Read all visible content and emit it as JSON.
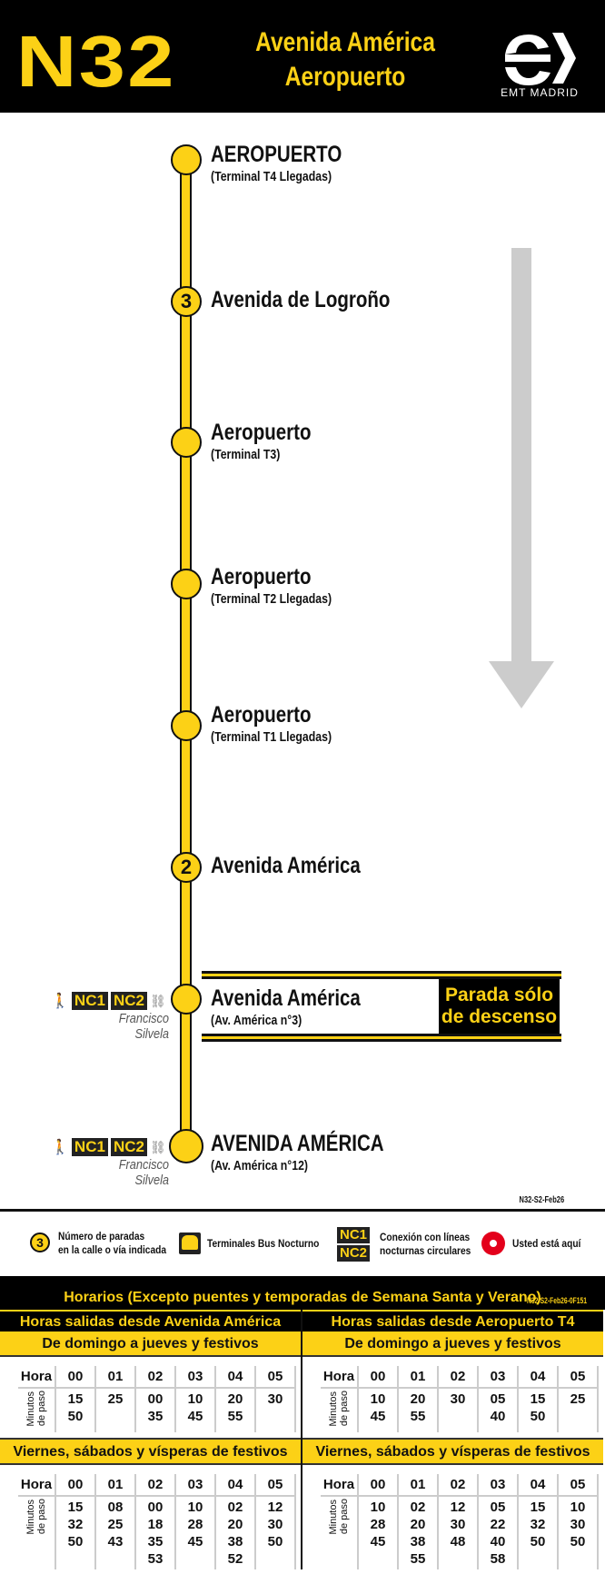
{
  "header": {
    "route": "N32",
    "dest_line1": "Avenida América",
    "dest_line2": "Aeropuerto",
    "brand": "EMT MADRID"
  },
  "accent": "#fcd116",
  "stops": [
    {
      "name": "AEROPUERTO",
      "sub": "(Terminal T4 Llegadas)"
    },
    {
      "name": "Avenida de Logroño",
      "count": "3"
    },
    {
      "name": "Aeropuerto",
      "sub": "(Terminal T3)"
    },
    {
      "name": "Aeropuerto",
      "sub": "(Terminal T2 Llegadas)"
    },
    {
      "name": "Aeropuerto",
      "sub": "(Terminal T1 Llegadas)"
    },
    {
      "name": "Avenida América",
      "count": "2"
    },
    {
      "name": "Avenida América",
      "sub": "(Av. América n°3)",
      "note": "Parada sólo de descenso",
      "note1": "Parada sólo",
      "note2": "de descenso",
      "conn1": "NC1",
      "conn2": "NC2",
      "conn_place": "Francisco Silvela"
    },
    {
      "name": "AVENIDA AMÉRICA",
      "sub": "(Av. América n°12)",
      "conn1": "NC1",
      "conn2": "NC2",
      "conn_place": "Francisco Silvela"
    }
  ],
  "code": "N32-S2-Feb26",
  "legend": {
    "stops_count_num": "3",
    "stops_count_1": "Número de paradas",
    "stops_count_2": "en la calle o vía indicada",
    "terminals": "Terminales Bus Nocturno",
    "nc1": "NC1",
    "nc2": "NC2",
    "conn_1": "Conexión con líneas",
    "conn_2": "nocturnas circulares",
    "here": "Usted está aquí"
  },
  "timetable": {
    "title": "Horarios (Excepto puentes y temporadas de Semana Santa y Verano)",
    "code": "N32-S2-Feb26-0F151",
    "hora": "Hora",
    "min1": "Minutos",
    "min2": "de paso",
    "hours": [
      "00",
      "01",
      "02",
      "03",
      "04",
      "05"
    ],
    "left": {
      "title": "Horas salidas desde Avenida América",
      "weekday": {
        "label": "De domingo a jueves y festivos",
        "mins": [
          "15\n50",
          "25",
          "00\n35",
          "10\n45",
          "20\n55",
          "30"
        ]
      },
      "weekend": {
        "label": "Viernes, sábados y vísperas de festivos",
        "mins": [
          "15\n32\n50",
          "08\n25\n43",
          "00\n18\n35\n53",
          "10\n28\n45",
          "02\n20\n38\n52",
          "12\n30\n50"
        ]
      }
    },
    "right": {
      "title": "Horas salidas desde Aeropuerto T4",
      "weekday": {
        "label": "De domingo a jueves y festivos",
        "mins": [
          "10\n45",
          "20\n55",
          "30",
          "05\n40",
          "15\n50",
          "25"
        ]
      },
      "weekend": {
        "label": "Viernes, sábados y vísperas de festivos",
        "mins": [
          "10\n28\n45",
          "02\n20\n38\n55",
          "12\n30\n48",
          "05\n22\n40\n58",
          "15\n32\n50",
          "10\n30\n50"
        ]
      }
    }
  }
}
